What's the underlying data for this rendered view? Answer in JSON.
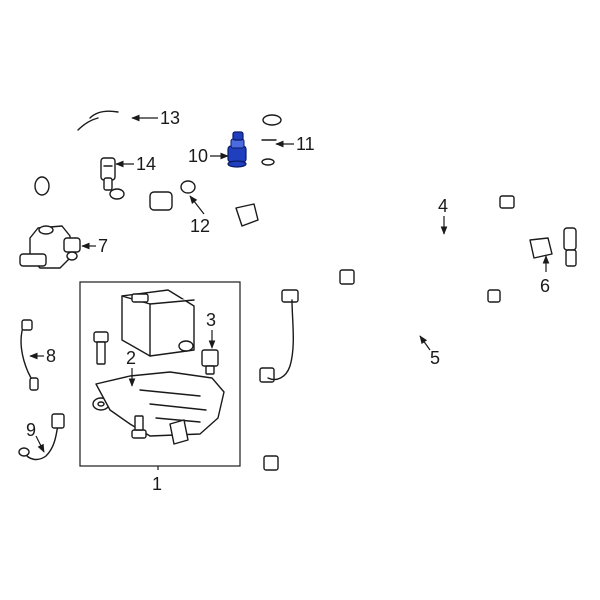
{
  "diagram": {
    "highlight_color": "#1f3fbf",
    "callouts": [
      {
        "id": "1",
        "label": "1"
      },
      {
        "id": "2",
        "label": "2"
      },
      {
        "id": "3",
        "label": "3"
      },
      {
        "id": "4",
        "label": "4"
      },
      {
        "id": "5",
        "label": "5"
      },
      {
        "id": "6",
        "label": "6"
      },
      {
        "id": "7",
        "label": "7"
      },
      {
        "id": "8",
        "label": "8"
      },
      {
        "id": "9",
        "label": "9"
      },
      {
        "id": "10",
        "label": "10"
      },
      {
        "id": "11",
        "label": "11"
      },
      {
        "id": "12",
        "label": "12"
      },
      {
        "id": "13",
        "label": "13"
      },
      {
        "id": "14",
        "label": "14"
      }
    ],
    "highlighted_part": "10"
  }
}
